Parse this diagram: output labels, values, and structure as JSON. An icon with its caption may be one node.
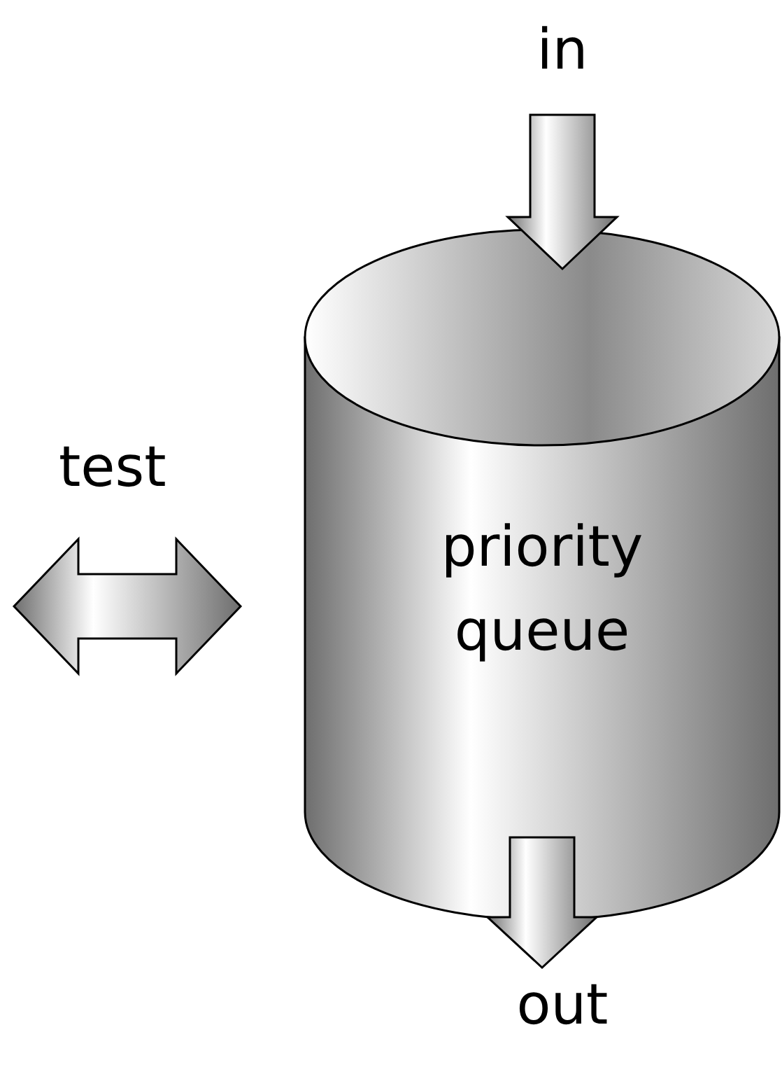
{
  "diagram": {
    "nodes": [
      {
        "text": [
          "priority queue"
        ]
      },
      {
        "text": [
          "in"
        ]
      },
      {
        "text": [
          "out"
        ]
      }
    ],
    "edges": [
      {
        "from": 1,
        "to": 0,
        "arrow": "to"
      },
      {
        "from": 0,
        "to": 2,
        "arrow": "to"
      }
    ],
    "labels": [
      "test"
    ]
  }
}
